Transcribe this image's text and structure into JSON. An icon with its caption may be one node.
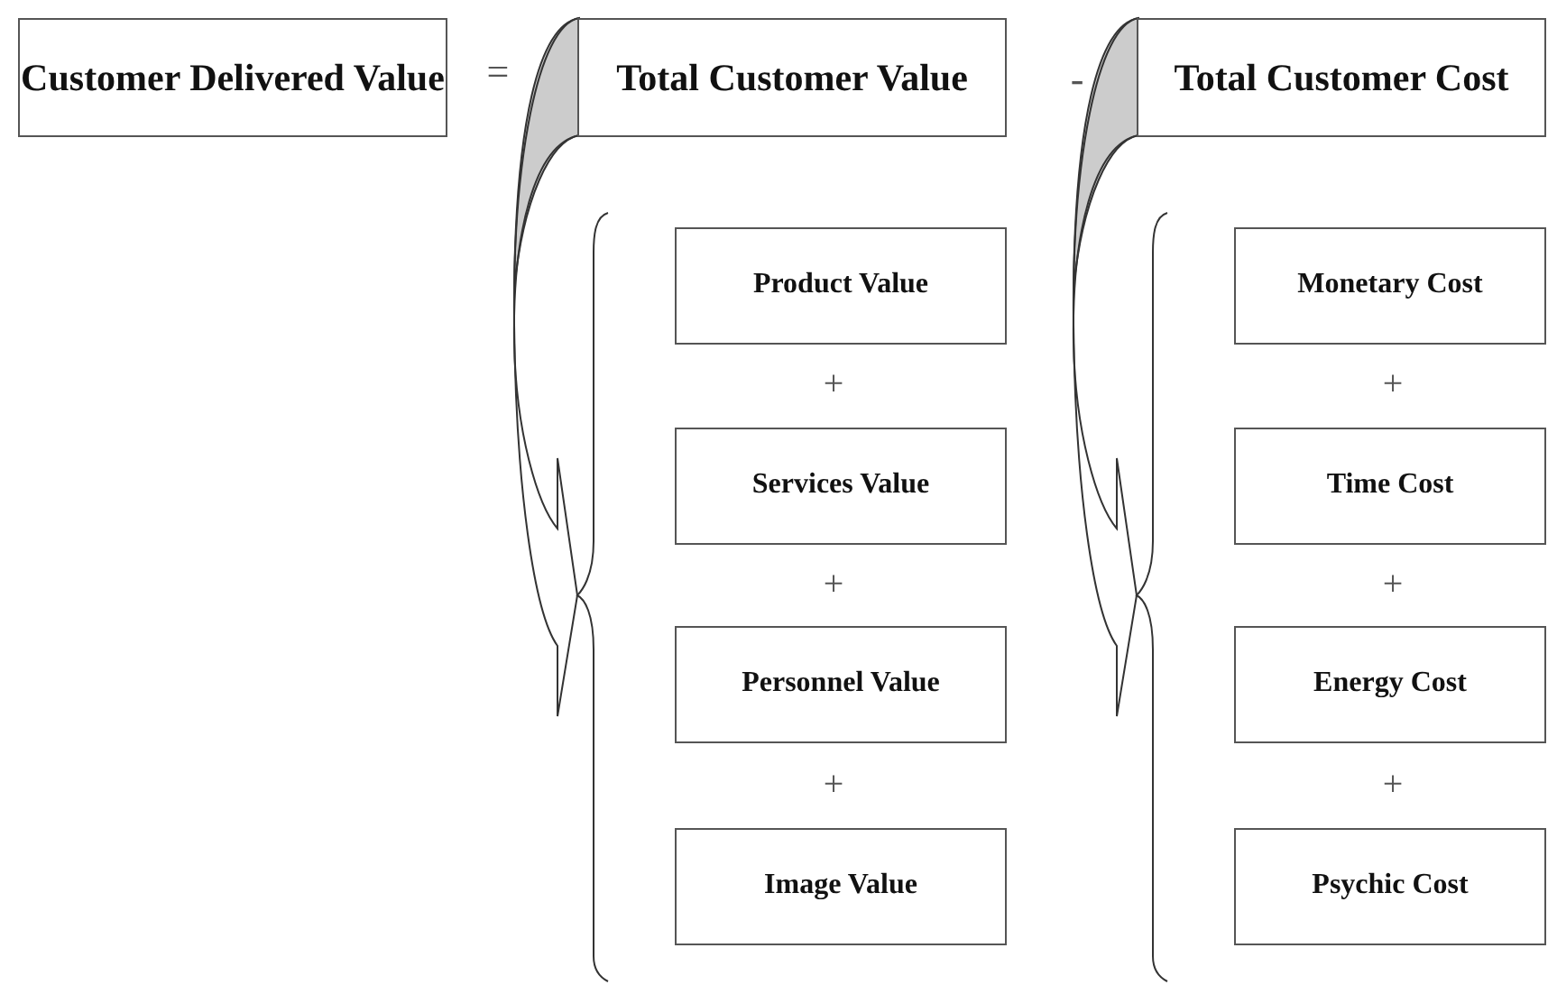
{
  "diagram": {
    "nodes": [
      {
        "text": [
          "Customer Delivered Value"
        ]
      },
      {
        "text": [
          "Total Customer Value"
        ]
      },
      {
        "text": [
          "Total Customer Cost"
        ]
      },
      {
        "text": [
          "Product Value"
        ]
      },
      {
        "text": [
          "Services Value"
        ]
      },
      {
        "text": [
          "Personnel Value"
        ]
      },
      {
        "text": [
          "Image Value"
        ]
      },
      {
        "text": [
          "Monetary Cost"
        ]
      },
      {
        "text": [
          "Time Cost"
        ]
      },
      {
        "text": [
          "Energy Cost"
        ]
      },
      {
        "text": [
          "Psychic Cost"
        ]
      }
    ],
    "labels": [
      "=",
      "-",
      "+",
      "+",
      "+",
      "+",
      "+",
      "+"
    ]
  }
}
